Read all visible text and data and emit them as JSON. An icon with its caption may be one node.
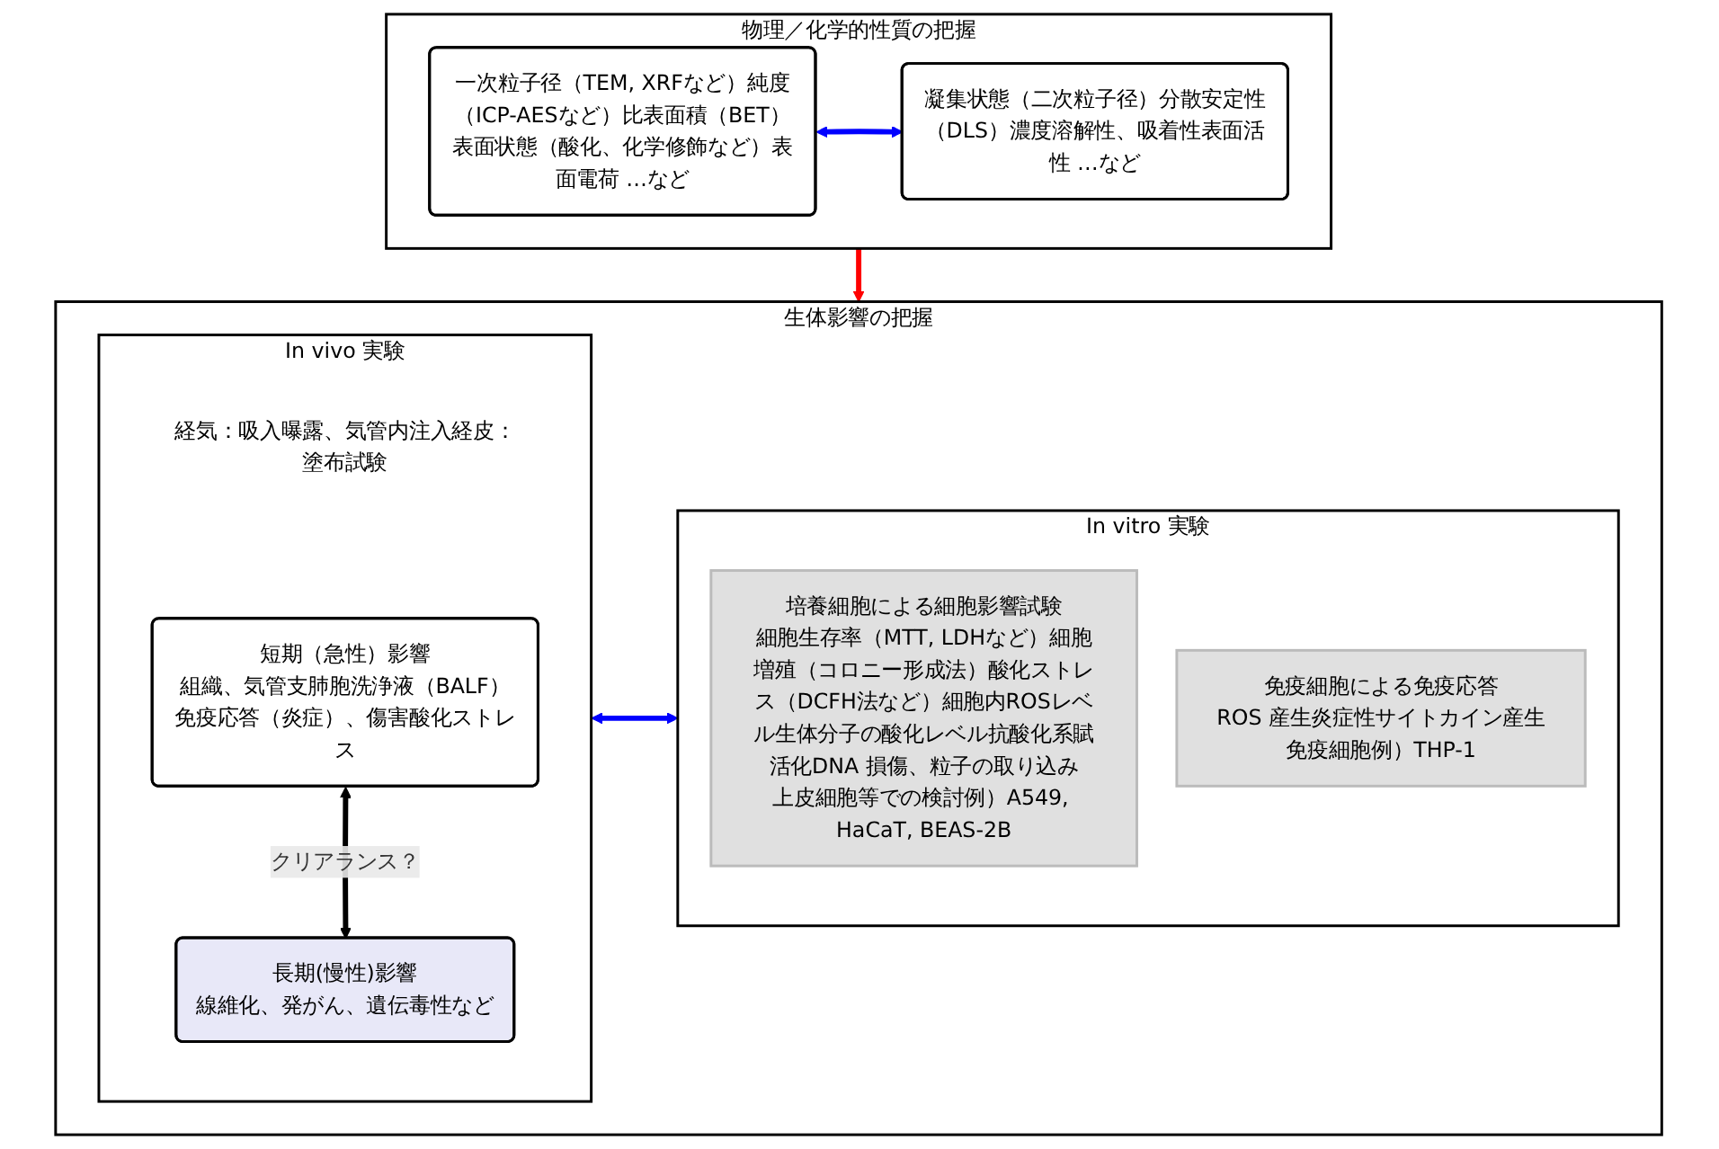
{
  "diagram": {
    "nodes": [
      {
        "text": [
          "物理／化学的性質の把握"
        ]
      },
      {
        "text": [
          "一次粒子径（TEM, XRFなど）純度（ICP-AESなど）比表面積（BET）表面状態（酸化、化学修飾など）表面電荷 …など"
        ],
        "in": 0
      },
      {
        "text": [
          "凝集状態（二次粒子径）分散安定性（DLS）濃度溶解性、吸着性表面活性 …など"
        ],
        "in": 0
      },
      {
        "text": [
          "生体影響の把握"
        ]
      },
      {
        "text": [
          "In vivo 実験",
          "経気：吸入曝露、気管内注入経皮：塗布試験"
        ],
        "in": 3
      },
      {
        "text": [
          "短期（急性）影響",
          "組織、気管支肺胞洗浄液（BALF）免疫応答（炎症）、傷害酸化ストレス"
        ],
        "in": 4
      },
      {
        "text": [
          "長期(慢性)影響",
          "線維化、発がん、遺伝毒性など"
        ],
        "in": 4
      },
      {
        "text": [
          "In vitro 実験"
        ],
        "in": 3
      },
      {
        "text": [
          "培養細胞による細胞影響試験",
          "細胞生存率（MTT, LDHなど）細胞増殖（コロニー形成法）酸化ストレス（DCFH法など）細胞内ROSレベル生体分子の酸化レベル抗酸化系賦活化DNA 損傷、粒子の取り込み",
          "上皮細胞等での検討例）A549, HaCaT, BEAS-2B"
        ],
        "in": 7
      },
      {
        "text": [
          "免疫細胞による免疫応答",
          "ROS 産生炎症性サイトカイン産生",
          "免疫細胞例）THP-1"
        ],
        "in": 7
      }
    ],
    "edges": [
      {
        "from": 1,
        "to": 2,
        "arrow": "both"
      },
      {
        "from": 0,
        "to": 3,
        "arrow": "to",
        "color": "#ff0000"
      },
      {
        "from": 5,
        "to": 6,
        "arrow": "both",
        "label": "クリアランス？",
        "color": "#000000"
      },
      {
        "from": 4,
        "to": 7,
        "arrow": "both"
      }
    ]
  }
}
